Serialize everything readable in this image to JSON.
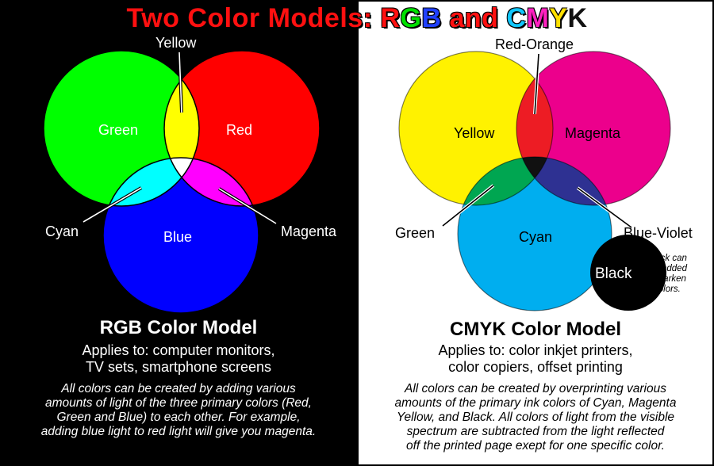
{
  "title": {
    "prefix": "Two Color Models: ",
    "rgb_r": "R",
    "rgb_g": "G",
    "rgb_b": "B",
    "and": " and ",
    "cmyk_c": "C",
    "cmyk_m": "M",
    "cmyk_y": "Y",
    "cmyk_k": "K"
  },
  "rgb": {
    "circles": {
      "green": "Green",
      "red": "Red",
      "blue": "Blue"
    },
    "overlaps": {
      "yellow": "Yellow",
      "cyan": "Cyan",
      "magenta": "Magenta"
    },
    "model_title": "RGB Color Model",
    "applies_line1": "Applies to: computer monitors,",
    "applies_line2": "TV sets, smartphone screens",
    "desc_line1": "All colors can be created by adding  various",
    "desc_line2": "amounts of light of the three primary colors (Red,",
    "desc_line3": "Green and Blue) to each other. For example,",
    "desc_line4": "adding blue light to red light will give you magenta.",
    "colors": {
      "green": "#00ff00",
      "red": "#ff0000",
      "blue": "#0000ff",
      "yellow": "#ffff00",
      "cyan": "#00ffff",
      "magenta": "#ff00ff",
      "white": "#ffffff"
    }
  },
  "cmyk": {
    "circles": {
      "yellow": "Yellow",
      "magenta": "Magenta",
      "cyan": "Cyan",
      "black": "Black"
    },
    "overlaps": {
      "red_orange": "Red-Orange",
      "green": "Green",
      "blue_violet": "Blue-Violet"
    },
    "black_note_line1": "Black can",
    "black_note_line2": "be added",
    "black_note_line3": "to darken",
    "black_note_line4": "colors.",
    "model_title": "CMYK Color Model",
    "applies_line1": "Applies to: color inkjet printers,",
    "applies_line2": "color copiers, offset printing",
    "desc_line1": "All colors can be created by overprinting various",
    "desc_line2": "amounts of the primary ink colors of Cyan, Magenta",
    "desc_line3": "Yellow, and Black. All colors of light from the visible",
    "desc_line4": "spectrum are subtracted from the light reflected",
    "desc_line5": "off the printed page exept for one specific color.",
    "colors": {
      "yellow": "#fff200",
      "magenta": "#ec008c",
      "cyan": "#00aeef",
      "black": "#000000",
      "red_orange": "#ed1c24",
      "green": "#00a651",
      "blue_violet": "#2e3192",
      "center": "#111111"
    }
  }
}
